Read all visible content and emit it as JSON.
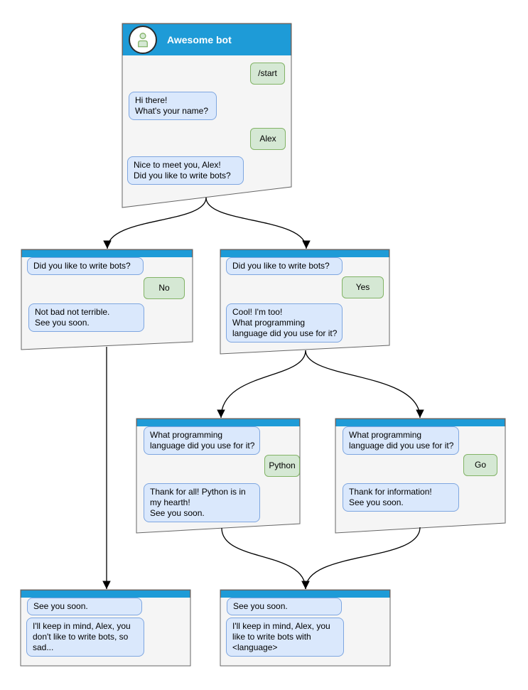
{
  "colors": {
    "header_blue": "#1E9BD7",
    "window_fill": "#F5F5F5",
    "window_border": "#666666",
    "bubble_bot_fill": "#DAE8FC",
    "bubble_bot_border": "#7EA6E0",
    "bubble_user_fill": "#D5E8D4",
    "bubble_user_border": "#82B366",
    "arrow": "#000000",
    "text": "#000000"
  },
  "nodes": {
    "root": {
      "title": "Awesome bot",
      "avatar": "person-icon",
      "messages": [
        {
          "from": "user",
          "text": "/start"
        },
        {
          "from": "bot",
          "text": "Hi there!\nWhat's your name?"
        },
        {
          "from": "user",
          "text": "Alex"
        },
        {
          "from": "bot",
          "text": "Nice to meet you, Alex!\nDid you like to write bots?"
        }
      ]
    },
    "no_branch": {
      "messages": [
        {
          "from": "bot",
          "text": "Did you like to write bots?"
        },
        {
          "from": "user",
          "text": "No"
        },
        {
          "from": "bot",
          "text": "Not bad not terrible.\nSee you soon."
        }
      ]
    },
    "yes_branch": {
      "messages": [
        {
          "from": "bot",
          "text": "Did you like to write bots?"
        },
        {
          "from": "user",
          "text": "Yes"
        },
        {
          "from": "bot",
          "text": "Cool! I'm too!\nWhat programming\nlanguage did you use for it?"
        }
      ]
    },
    "python_branch": {
      "messages": [
        {
          "from": "bot",
          "text": "What programming\nlanguage did you use for it?"
        },
        {
          "from": "user",
          "text": "Python"
        },
        {
          "from": "bot",
          "text": "Thank for all! Python is in\nmy hearth!\nSee you soon."
        }
      ]
    },
    "go_branch": {
      "messages": [
        {
          "from": "bot",
          "text": "What programming\nlanguage did you use for it?"
        },
        {
          "from": "user",
          "text": "Go"
        },
        {
          "from": "bot",
          "text": "Thank for information!\nSee you soon."
        }
      ]
    },
    "end_no": {
      "messages": [
        {
          "from": "bot",
          "text": "See you soon."
        },
        {
          "from": "bot",
          "text": "I'll keep in mind, Alex, you\ndon't like to write bots, so\nsad..."
        }
      ]
    },
    "end_yes": {
      "messages": [
        {
          "from": "bot",
          "text": "See you soon."
        },
        {
          "from": "bot",
          "text": "I'll keep in mind, Alex, you\nlike to write bots with\n<language>"
        }
      ]
    }
  },
  "edges": [
    {
      "from": "root",
      "to": "no_branch"
    },
    {
      "from": "root",
      "to": "yes_branch"
    },
    {
      "from": "yes_branch",
      "to": "python_branch"
    },
    {
      "from": "yes_branch",
      "to": "go_branch"
    },
    {
      "from": "no_branch",
      "to": "end_no"
    },
    {
      "from": "python_branch",
      "to": "end_yes"
    },
    {
      "from": "go_branch",
      "to": "end_yes"
    }
  ]
}
